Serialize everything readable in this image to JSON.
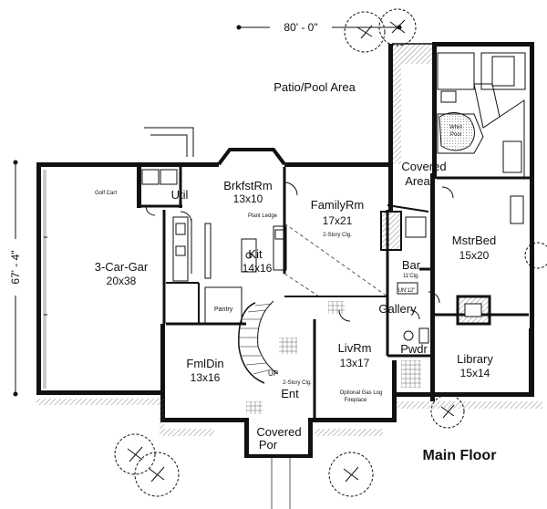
{
  "dimensions": {
    "width_label": "80' - 0\"",
    "depth_label": "67' - 4\""
  },
  "title": "Main Floor",
  "areas": [
    {
      "key": "patio",
      "name": "Patio/Pool Area",
      "size": ""
    },
    {
      "key": "covered_area_1",
      "name": "Covered",
      "size": ""
    },
    {
      "key": "covered_area_2",
      "name": "Area",
      "size": ""
    },
    {
      "key": "brkfst",
      "name": "BrkfstRm",
      "size": "13x10"
    },
    {
      "key": "util",
      "name": "Util",
      "size": ""
    },
    {
      "key": "family",
      "name": "FamilyRm",
      "size": "17x21"
    },
    {
      "key": "kit",
      "name": "Kit",
      "size": "14x16"
    },
    {
      "key": "garage",
      "name": "3-Car-Gar",
      "size": "20x38"
    },
    {
      "key": "mstr",
      "name": "MstrBed",
      "size": "15x20"
    },
    {
      "key": "bar",
      "name": "Bar",
      "size": ""
    },
    {
      "key": "gallery",
      "name": "Gallery",
      "size": ""
    },
    {
      "key": "pwdr",
      "name": "Pwdr",
      "size": ""
    },
    {
      "key": "library",
      "name": "Library",
      "size": "15x14"
    },
    {
      "key": "fmldin",
      "name": "FmlDin",
      "size": "13x16"
    },
    {
      "key": "livrm",
      "name": "LivRm",
      "size": "13x17"
    },
    {
      "key": "ent",
      "name": "Ent",
      "size": ""
    },
    {
      "key": "pantry",
      "name": "Pantry",
      "size": ""
    },
    {
      "key": "covpor_1",
      "name": "Covered",
      "size": ""
    },
    {
      "key": "covpor_2",
      "name": "Por",
      "size": ""
    }
  ],
  "notes": {
    "golf_cart": "Golf Cart",
    "plant_ledge": "Plant Ledge",
    "two_story_clg": "2-Story Clg.",
    "bar_clg": "11'Clg.",
    "bar_ledge": "UN'12\"",
    "whirlpool_1": "Whirl",
    "whirlpool_2": "Pool",
    "ent_clg": "2-Story Clg.",
    "up": "UP",
    "gas_log_1": "Optional Gas Log",
    "gas_log_2": "Fireplace"
  }
}
